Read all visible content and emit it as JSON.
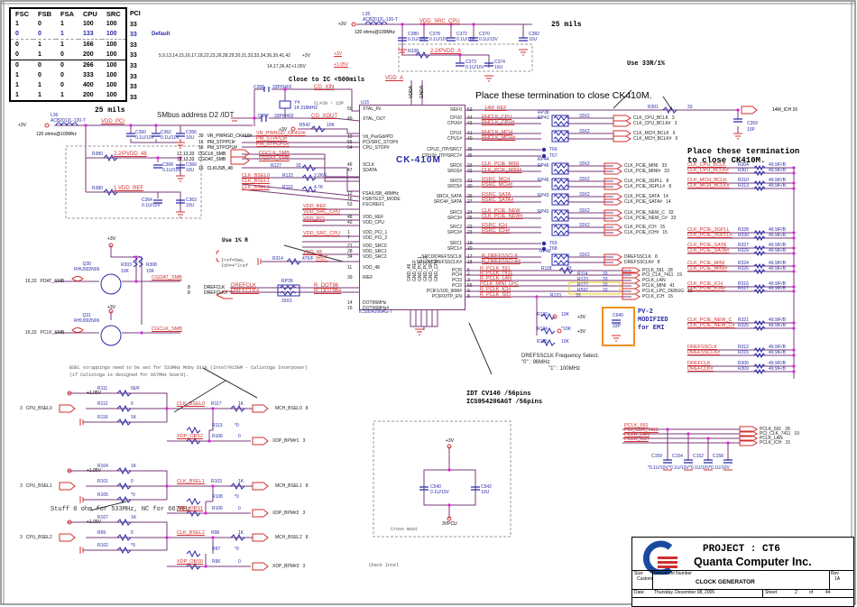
{
  "frequency_table": {
    "headers": [
      "FSC",
      "FSB",
      "FSA",
      "CPU",
      "SRC",
      "PCI"
    ],
    "rows": [
      [
        "1",
        "0",
        "1",
        "100",
        "100",
        "33"
      ],
      [
        "0",
        "0",
        "1",
        "133",
        "100",
        "33"
      ],
      [
        "0",
        "1",
        "1",
        "166",
        "100",
        "33"
      ],
      [
        "0",
        "1",
        "0",
        "200",
        "100",
        "33"
      ],
      [
        "0",
        "0",
        "0",
        "266",
        "100",
        "33"
      ],
      [
        "1",
        "0",
        "0",
        "333",
        "100",
        "33"
      ],
      [
        "1",
        "1",
        "0",
        "400",
        "100",
        "33"
      ],
      [
        "1",
        "1",
        "1",
        "200",
        "100",
        "33"
      ]
    ],
    "default_row_label": "Default"
  },
  "notes": {
    "mils_left": "25 mils",
    "mils_right": "25 mils",
    "smbus": "SMbus address D2 /IDT",
    "close_ic": "Close to IC <500mils",
    "use_33r": "Use 33R/1%",
    "place_term_top": "Place these termination to close CK410M.",
    "place_term_right_1": "Place these termination",
    "place_term_right_2": "to close CK410M.",
    "use_1r": "Use 1% R",
    "iref1": "Iref=5mA,",
    "iref2": "Ioh=4*Iref",
    "bsel_note_1": "BSEL strappings need to be set for 533MHz Moby Dick (Intel?915GM - Calistoga Interposer)",
    "bsel_note_2": "(if Calistoga is designed for 667MHz board).",
    "stuff_note": "Stuff 0 ohm for 533MHz, NC for 667MHz",
    "idt1": "IDT CV140 /56pins",
    "idt2": "ICS954206AGT /56pins",
    "dref_sel_1": "DREFSSCLK Frequency Select.",
    "dref_sel_2": "\"0\" : 96MHz",
    "dref_sel_3": "\"1\" : 100MHz",
    "pv2_1": "PV-2",
    "pv2_2": "MODIFIED",
    "pv2_3": "for EMI",
    "cross_moat": "Cross moat",
    "check_intel": "Check Intel",
    "pages_3v": "5,9,13,14,15,16,17,18,22,23,26,28,29,30,31,32,33,34,36,39,41,42",
    "pages_105": "14,17,36,42"
  },
  "power": {
    "p3v": "+3V",
    "p105": "+1.05V",
    "p3vpcu": "3VPCU"
  },
  "inductors": {
    "l36": {
      "ref": "L36",
      "part": "ACB2012L-120-T",
      "spec": "120 ohms@100Mhz",
      "net": "VDD_PCI"
    },
    "l35": {
      "ref": "L35",
      "part": "ACB2012L-120-T",
      "spec": "120 ohms@100Mhz",
      "net": "VDD_SRC_CPU"
    }
  },
  "caps_top": [
    {
      "ref": "C380",
      "val": "0.1U/10V"
    },
    {
      "ref": "C378",
      "val": "0.1U/10V"
    },
    {
      "ref": "C372",
      "val": "0.1U/10V"
    },
    {
      "ref": "C370",
      "val": "0.1U/10V"
    },
    {
      "ref": "C382",
      "val": "10U"
    },
    {
      "ref": "C373",
      "val": "0.1U/10V"
    },
    {
      "ref": "C374",
      "val": "10U"
    }
  ],
  "caps_left": [
    {
      "ref": "C360",
      "val": "0.1U/10V"
    },
    {
      "ref": "C362",
      "val": "0.1U/10V"
    },
    {
      "ref": "C356",
      "val": "10U"
    },
    {
      "ref": "C368",
      "val": "0.1U/10V"
    },
    {
      "ref": "C366",
      "val": "10U"
    },
    {
      "ref": "C364",
      "val": "0.1U/10V"
    },
    {
      "ref": "C363",
      "val": "10U"
    }
  ],
  "left_resistors": [
    {
      "ref": "R380",
      "val": "2.2",
      "net": "VDD_48"
    },
    {
      "ref": "R380",
      "val": "1",
      "net": "VDD_REF"
    },
    {
      "ref": "R338",
      "val": "2.2",
      "net": "VDD_A"
    }
  ],
  "crystal": {
    "c358": "C358",
    "c358v": "33P/0402",
    "xin": "CG_XIN",
    "c357": "C357",
    "c357v": "33P/0402",
    "xout": "CG_XOUT",
    "y4": "Y4",
    "freq": "14.318MHZ",
    "cl": "CL=20 ~ 22P",
    "r_pull": "R542",
    "r_pull_v": "10K"
  },
  "chip": {
    "ref": "U15",
    "name": "CK-410M",
    "part": "ICS954206AG-T",
    "vdda": "VDDA",
    "gnda": "GNDA",
    "pin37": "37",
    "pin38": "38",
    "left_pins": [
      {
        "num": "50",
        "name": "XTAL_IN"
      },
      {
        "num": "49",
        "name": "XTAL_OUT"
      },
      {
        "num": "10",
        "name": "Vtt_PwrGd#PD"
      },
      {
        "num": "55",
        "name": "PCI/SRC_STOP#"
      },
      {
        "num": "54",
        "name": "CPU_STOP#"
      },
      {
        "num": "46",
        "name": "SCLK"
      },
      {
        "num": "47",
        "name": "SDATA"
      },
      {
        "num": "12",
        "name": "FSA/USB_48MHz"
      },
      {
        "num": "16",
        "name": "FSB/TEST_MODE"
      },
      {
        "num": "53",
        "name": "FSC/REF1"
      },
      {
        "num": "48",
        "name": "VDD_REF"
      },
      {
        "num": "42",
        "name": "VDD_CPU"
      },
      {
        "num": "1",
        "name": "VDD_PCI_1"
      },
      {
        "num": "7",
        "name": "VDD_PCI_2"
      },
      {
        "num": "21",
        "name": "VDD_SRC0"
      },
      {
        "num": "28",
        "name": "VDD_SRC1"
      },
      {
        "num": "34",
        "name": "VDD_SRC2"
      },
      {
        "num": "11",
        "name": "VDD_48"
      },
      {
        "num": "39",
        "name": "IREF"
      },
      {
        "num": "14",
        "name": "DOT96MHz"
      },
      {
        "num": "15",
        "name": "DOT96MHz#"
      }
    ],
    "right_pins": [
      {
        "num": "52",
        "name": "REF0"
      },
      {
        "num": "44",
        "name": "CPU0"
      },
      {
        "num": "43",
        "name": "CPU0#"
      },
      {
        "num": "41",
        "name": "CPU1"
      },
      {
        "num": "40",
        "name": "CPU1#"
      },
      {
        "num": "36",
        "name": "CPU2_ITP/SRC7"
      },
      {
        "num": "35",
        "name": "CPU2#_ITP/SRC7#"
      },
      {
        "num": "33",
        "name": "SRC6"
      },
      {
        "num": "32",
        "name": "SRC6#"
      },
      {
        "num": "31",
        "name": "SRC5"
      },
      {
        "num": "30",
        "name": "SRC5#"
      },
      {
        "num": "26",
        "name": "SRC4_SATA"
      },
      {
        "num": "27",
        "name": "SRC4#_SATA"
      },
      {
        "num": "24",
        "name": "SRC3"
      },
      {
        "num": "25",
        "name": "SRC3#"
      },
      {
        "num": "22",
        "name": "SRC2"
      },
      {
        "num": "23",
        "name": "SRC2#"
      },
      {
        "num": "19",
        "name": "SRC1"
      },
      {
        "num": "20",
        "name": "SRC1#"
      },
      {
        "num": "17",
        "name": "SRC0/DREFSSCLK"
      },
      {
        "num": "18",
        "name": "SRC0#/DREFSSCLK#"
      },
      {
        "num": "5",
        "name": "PCI5"
      },
      {
        "num": "4",
        "name": "PCI4"
      },
      {
        "num": "3",
        "name": "PCI3"
      },
      {
        "num": "56",
        "name": "PCI2"
      },
      {
        "num": "9",
        "name": "PCIF1/100_96M#"
      },
      {
        "num": "8",
        "name": "PCIF0/ITP_EN"
      }
    ],
    "gnd_pins": [
      "GND_48",
      "GND_REF",
      "GND_PCI_1",
      "GND_PCI_2",
      "GND_SRC",
      "GND_CPU"
    ]
  },
  "left_signals": [
    {
      "page": "39",
      "name": "VR_PWRGD_CK410#",
      "net": "VR_PWRGD_CK410#"
    },
    {
      "page": "16",
      "name": "PM_STPPCI#",
      "net": "PM_STPPCI#"
    },
    {
      "page": "16",
      "name": "PM_STPCPU#",
      "net": "PM_STPCPU#"
    },
    {
      "page": "12,13,33",
      "name": "CGCLK_SMB",
      "net": "CGCLK_SMB"
    },
    {
      "page": "12,13,33",
      "name": "CGDAT_SMB",
      "net": "CGDAT_SMB"
    },
    {
      "page": "16",
      "name": "CLKUSB_48",
      "net": "",
      "r": "R127",
      "rv": "33"
    }
  ],
  "bsel_nets": [
    {
      "net": "CLK_BSEL0",
      "r": "R122",
      "rv": "2.2K/F"
    },
    {
      "net": "CLK_BSEL1",
      "r": "",
      "rv": ""
    },
    {
      "net": "CLK_BSEL2",
      "r": "R110",
      "rv": "4.7K"
    }
  ],
  "vdd_nets": [
    "VDD_REF",
    "VDD_SRC_CPU",
    "VDD_PCI",
    "VDD_SRC_CPU",
    "VDD_48",
    "VDD_A"
  ],
  "iref": {
    "r": "R314",
    "val": "475/F",
    "net": "IREF"
  },
  "dot": {
    "rp": "RP39",
    "rpv": "33X2",
    "in": [
      "DREFCLK",
      "DREFCLK#"
    ],
    "inpage": "8",
    "out": [
      "R_DOT96",
      "R_DOT96#"
    ]
  },
  "mosfets": [
    {
      "ref": "Q30",
      "part": "RHU002N06",
      "page": "16,33",
      "sig": "PDAT_SMB",
      "net": "CGDAT_SMB"
    },
    {
      "ref": "Q31",
      "part": "RHU002N06",
      "page": "16,33",
      "sig": "PCLK_SMB",
      "net": "CGCLK_SMB"
    }
  ],
  "pullups": [
    {
      "ref": "R303",
      "val": "10K"
    },
    {
      "ref": "R308",
      "val": "10K"
    }
  ],
  "right_nets": [
    {
      "net": "14M_REF"
    },
    {
      "net": "RHCLK_CPU",
      "rp": "RP38"
    },
    {
      "net": "RHCLK_CPU#",
      "rp": "RP41"
    },
    {
      "net": "RHCLK_MCH"
    },
    {
      "net": "RHCLK_MCH#"
    },
    {
      "net": "CLK_PCIE_MINI",
      "rp": "RP44"
    },
    {
      "net": "CLK_PCIE_MINI#",
      "rp": "RP46"
    },
    {
      "net": "RSRC_MCH"
    },
    {
      "net": "RSRC_MCH#",
      "rp": "RP45"
    },
    {
      "net": "RSRC_SATA"
    },
    {
      "net": "RSRC_SATA#",
      "rp": "RP43"
    },
    {
      "net": "CLK_PCIE_NEW"
    },
    {
      "net": "CLK_PCIE_NEW#",
      "rp": "RP42"
    },
    {
      "net": "RSRC_ICH"
    },
    {
      "net": "RSRC_ICH#"
    },
    {
      "net": "R_DREFSSCLK",
      "rp": "RP40"
    },
    {
      "net": "R_DREFSSCLK#"
    },
    {
      "net": "R_PCLK_591"
    },
    {
      "net": "R_PCLK_7411"
    },
    {
      "net": "R_PCLK_LAN"
    },
    {
      "net": "PCLK_MINI_LPC"
    },
    {
      "net": "R_PCLK_ICH"
    },
    {
      "net": "R_PCLK_SIO"
    }
  ],
  "testpoints": [
    "T66",
    "T67",
    "T65",
    "T68"
  ],
  "rp_val": "33X2",
  "outputs": [
    {
      "name": "CLK_CPU_BCLK",
      "page": "3"
    },
    {
      "name": "CLK_CPU_BCLK#",
      "page": "3"
    },
    {
      "name": "CLK_MCH_BCLK",
      "page": "6"
    },
    {
      "name": "CLK_MCH_BCLK#",
      "page": "6"
    },
    {
      "name": "CLK_PCIE_MINI",
      "page": "33"
    },
    {
      "name": "CLK_PCIE_MINI#",
      "page": "33"
    },
    {
      "name": "CLK_PCIE_3GPLL",
      "page": "8"
    },
    {
      "name": "CLK_PCIE_3GPLL#",
      "page": "8"
    },
    {
      "name": "CLK_PCIE_SATA",
      "page": "14"
    },
    {
      "name": "CLK_PCIE_SATA#",
      "page": "14"
    },
    {
      "name": "CLK_PCIE_NEW_C",
      "page": "33"
    },
    {
      "name": "CLK_PCIE_NEW_C#",
      "page": "33"
    },
    {
      "name": "CLK_PCIE_ICH",
      "page": "15"
    },
    {
      "name": "CLK_PCIE_ICH#",
      "page": "15"
    },
    {
      "name": "DREFSSCLK",
      "page": "8"
    },
    {
      "name": "DREFSSCLK#",
      "page": "8"
    }
  ],
  "ref_out": {
    "r": "R301",
    "rv": "33",
    "name": "14M_ICH",
    "page": "16",
    "c": "C359",
    "cv": "10P"
  },
  "pci_outputs": [
    {
      "name": "PCLK_591",
      "page": "28"
    },
    {
      "name": "PCI_CLK_7411",
      "page": "19"
    },
    {
      "name": "PCLK_LAN",
      "page": ""
    },
    {
      "name": "PCLK_MINI",
      "page": "41"
    },
    {
      "name": "PCLK_LPC_DEBUG",
      "page": "33"
    },
    {
      "name": "PCLK_ICH",
      "page": "15"
    }
  ],
  "pci_resistors": [
    {
      "ref": "R118",
      "val": "33"
    },
    {
      "ref": "R114",
      "val": "33"
    },
    {
      "ref": "R123",
      "val": "33"
    },
    {
      "ref": "R1??",
      "val": "33"
    },
    {
      "ref": "R597",
      "val": "33"
    },
    {
      "ref": "R123",
      "val": "33"
    }
  ],
  "sel_resistors": [
    {
      "ref": "R120",
      "val": "10K",
      "to": "+3V"
    },
    {
      "ref": "R124",
      "val": "*10K",
      "to": "+3V"
    },
    {
      "ref": "R125",
      "val": "10K",
      "to": "GND"
    }
  ],
  "emi_cap": {
    "ref": "C640",
    "val": "33P"
  },
  "terminations": [
    {
      "net": "CLK_CPU_BCLK",
      "r": "R304"
    },
    {
      "net": "CLK_CPU_BCLK#",
      "r": "R307"
    },
    {
      "net": "CLK_MCH_BCLK",
      "r": "R310"
    },
    {
      "net": "CLK_MCH_BCLK#",
      "r": "R313"
    },
    {
      "net": "CLK_PCIE_3GPLL",
      "r": "R328"
    },
    {
      "net": "CLK_PCIE_3GPLL#",
      "r": "R330"
    },
    {
      "net": "CLK_PCIE_SATA",
      "r": "R327"
    },
    {
      "net": "CLK_PCIE_SATA#",
      "r": "R329"
    },
    {
      "net": "CLK_PCIE_MINI",
      "r": "R324"
    },
    {
      "net": "CLK_PCIE_MINI#",
      "r": "R326"
    },
    {
      "net": "CLK_PCIE_ICH",
      "r": "R316"
    },
    {
      "net": "CLK_PCIE_ICH#",
      "r": "R317"
    },
    {
      "net": "CLK_PCIE_NEW_C",
      "r": "R321"
    },
    {
      "net": "CLK_PCIE_NEW_C#",
      "r": "R325"
    },
    {
      "net": "DREFSSCLK",
      "r": "R312"
    },
    {
      "net": "DREFSSCLK#",
      "r": "R315"
    },
    {
      "net": "DREFCLK",
      "r": "R306"
    },
    {
      "net": "DREFCLK#",
      "r": "R309"
    }
  ],
  "term_val": "49.9/F/B",
  "pci_caps": {
    "nets": [
      "PCLK_591",
      "PCI_CLK_7411",
      "PCLK_LAN",
      "PCLK_ICH"
    ],
    "outs": [
      {
        "name": "PCLK_591",
        "page": "28"
      },
      {
        "name": "PCI_CLK_7411",
        "page": "19"
      },
      {
        "name": "PCLK_LAN",
        "page": ""
      },
      {
        "name": "PCLK_ICH",
        "page": "15"
      }
    ],
    "caps": [
      {
        "ref": "C159",
        "val": "*0.1U/10V"
      },
      {
        "ref": "C154",
        "val": "*0.1U/10V"
      },
      {
        "ref": "C152",
        "val": "*0.1U/10V"
      },
      {
        "ref": "C158",
        "val": "*0.1U/10V"
      }
    ]
  },
  "bsel_circuits": [
    {
      "sig": "CPU_BSEL0",
      "page": "3",
      "rtop": "R111",
      "rtopv": "56/F",
      "rser": "R112",
      "rserv": "0",
      "rbot": "R116",
      "rbotv": "1K",
      "net": "CLK_BSEL0",
      "r2": "R117",
      "r2v": "1K",
      "out": "MCH_BSEL0",
      "outp": "8",
      "rx": "R113",
      "rxv": "*0",
      "xdp": "XDP_OBS2",
      "ry": "R106",
      "ryv": "0",
      "xout": "XDP_BPM#1",
      "xoutp": "3"
    },
    {
      "sig": "CPU_BSEL1",
      "page": "3",
      "rtop": "R104",
      "rtopv": "1K",
      "rser": "R101",
      "rserv": "0",
      "rbot": "R105",
      "rbotv": "*0",
      "net": "CLK_BSEL1",
      "r2": "R103",
      "r2v": "1K",
      "out": "MCH_BSEL1",
      "outp": "8",
      "rx": "R108",
      "rxv": "*0",
      "xdp": "XDP_OBS1",
      "ry": "R106",
      "ryv": "0",
      "xout": "XDP_BPM#2",
      "xoutp": "3"
    },
    {
      "sig": "CPU_BSEL2",
      "page": "3",
      "rtop": "R107",
      "rtopv": "1K",
      "rser": "R99",
      "rserv": "0",
      "rbot": "R102",
      "rbotv": "*0",
      "net": "CLK_BSEL2",
      "r2": "R98",
      "r2v": "1K",
      "out": "MCH_BSEL2",
      "outp": "8",
      "rx": "R97",
      "rxv": "*0",
      "xdp": "XDP_OBS0",
      "ry": "R96",
      "ryv": "0",
      "xout": "XDP_BPM#3",
      "xoutp": "3"
    }
  ],
  "bottom_caps": [
    {
      "ref": "C540",
      "val": "0.1U/10V"
    },
    {
      "ref": "C542",
      "val": "10U"
    }
  ],
  "title_block": {
    "project": "PROJECT : CT6",
    "company": "Quanta Computer Inc.",
    "size_label": "Size",
    "size": "Custom",
    "docnum_label": "Document Number",
    "title": "CLOCK GENERATOR",
    "rev_label": "Rev",
    "rev": "1A",
    "date_label": "Date:",
    "date": "Thursday, December 08, 2005",
    "sheet_label": "Sheet",
    "sheet": "2",
    "of_label": "of",
    "total": "44"
  },
  "colors": {
    "wire": "#7a3a7a",
    "net": "#d0302e",
    "part": "#2a2aa8",
    "junction": "#e020e0",
    "emi": "#f09020"
  }
}
